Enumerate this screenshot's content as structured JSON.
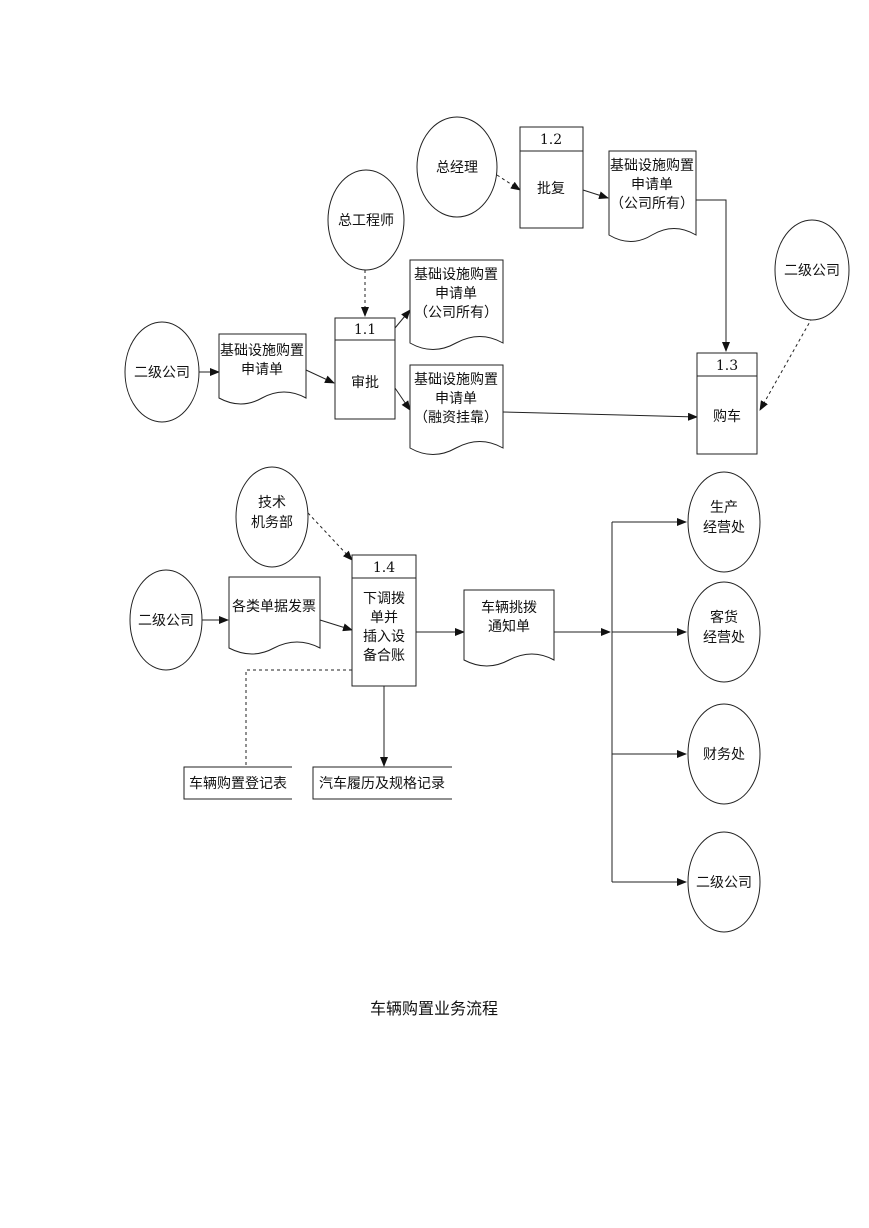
{
  "caption": "车辆购置业务流程",
  "entities": {
    "gm": "总经理",
    "chief_engineer": "总工程师",
    "subsidiary": "二级公司",
    "tech_dept": [
      "技术",
      "机务部"
    ],
    "production": [
      "生产",
      "经营处"
    ],
    "passenger_freight": [
      "客货",
      "经营处"
    ],
    "finance": "财务处"
  },
  "processes": {
    "p1_1": {
      "id": "1.1",
      "label": "审批"
    },
    "p1_2": {
      "id": "1.2",
      "label": "批复"
    },
    "p1_3": {
      "id": "1.3",
      "label": "购车"
    },
    "p1_4": {
      "id": "1.4",
      "label": [
        "下调拨",
        "单并",
        "插入设",
        "备合账"
      ]
    }
  },
  "documents": {
    "app_form": [
      "基础设施购置",
      "申请单"
    ],
    "app_company": [
      "基础设施购置",
      "申请单",
      "（公司所有）"
    ],
    "app_financing": [
      "基础设施购置",
      "申请单",
      "（融资挂靠）"
    ],
    "invoices": "各类单据发票",
    "transfer_notice": [
      "车辆挑拨",
      "通知单"
    ]
  },
  "stores": {
    "registration": "车辆购置登记表",
    "history": "汽车履历及规格记录"
  }
}
